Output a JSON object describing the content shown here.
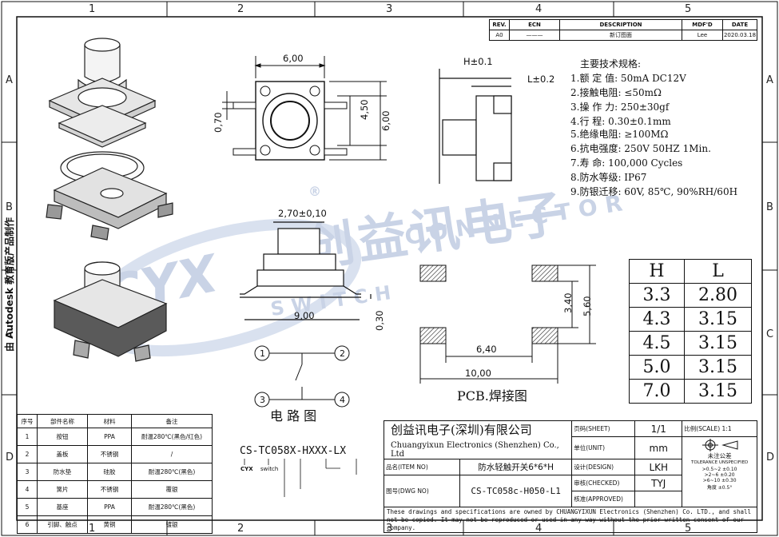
{
  "zones": {
    "columns": [
      "1",
      "2",
      "3",
      "4",
      "5"
    ],
    "rows": [
      "A",
      "B",
      "C",
      "D"
    ]
  },
  "side_label": "由 Autodesk 教育版产品制作",
  "revision": {
    "headers": [
      "REV.",
      "ECN",
      "DESCRIPTION",
      "MDF'D",
      "DATE"
    ],
    "row": {
      "rev": "A0",
      "ecn": "———",
      "description": "新订图面",
      "mdfd": "Lee",
      "date": "2020.03.18"
    }
  },
  "top_view": {
    "width": "6,00",
    "height": "6,00",
    "inner": "4,50",
    "pin_offset": "0,70"
  },
  "side_view": {
    "h_label": "H±0.1",
    "l_label": "L±0.2"
  },
  "front_view": {
    "stem": "2,70±0,10",
    "overall": "9,00",
    "thickness": "0,30"
  },
  "specs": {
    "title": "主要技术规格:",
    "items": [
      "1.额 定 值: 50mA DC12V",
      "2.接触电阻: ≤50mΩ",
      "3.操 作 力: 250±30gf",
      "4.行    程: 0.30±0.1mm",
      "5.绝缘电阻: ≥100MΩ",
      "6.抗电强度: 250V 50HZ 1Min.",
      "7.寿    命: 100,000 Cycles",
      "8.防水等级: IP67",
      "9.防银迁移: 60V, 85℃, 90%RH/60H"
    ]
  },
  "watermark": {
    "brand": "创益讯电子",
    "switch": "SWITCH",
    "connector": "CONNECTOR",
    "logo": "CYX",
    "reg": "®"
  },
  "hl_table": {
    "headers": [
      "H",
      "L"
    ],
    "rows": [
      [
        "3.3",
        "2.80"
      ],
      [
        "4.3",
        "3.15"
      ],
      [
        "4.5",
        "3.15"
      ],
      [
        "5.0",
        "3.15"
      ],
      [
        "7.0",
        "3.15"
      ]
    ]
  },
  "pcb": {
    "title": "PCB.焊接图",
    "pitch_x": "6,40",
    "span_x": "10,00",
    "pitch_y": "3,40",
    "span_y": "5,60"
  },
  "circuit": {
    "title": "电 路 图",
    "pins": [
      "1",
      "2",
      "3",
      "4"
    ]
  },
  "part_number": {
    "code": "CS-TC058X-HXXX-LX",
    "brand": "CYX",
    "type": "switch"
  },
  "parts_table": {
    "headers": [
      "序号",
      "部件名称",
      "材料",
      "备注"
    ],
    "rows": [
      [
        "1",
        "按钮",
        "PPA",
        "耐温280℃(黑色/红色)"
      ],
      [
        "2",
        "盖板",
        "不锈钢",
        "/"
      ],
      [
        "3",
        "防水垫",
        "硅胶",
        "耐温280℃(黑色)"
      ],
      [
        "4",
        "簧片",
        "不锈钢",
        "覆银"
      ],
      [
        "5",
        "基座",
        "PPA",
        "耐温280℃(黑色)"
      ],
      [
        "6",
        "引脚、触点",
        "黄铜",
        "镀银"
      ]
    ]
  },
  "title_block": {
    "company_cn": "创益讯电子(深圳)有限公司",
    "company_en": "Chuangyixun Electronics (Shenzhen) Co., Ltd",
    "sheet_label": "页码(SHEET)",
    "sheet": "1/1",
    "scale_label": "比例(SCALE)",
    "scale": "1:1",
    "unit_label": "单位(UNIT)",
    "unit": "mm",
    "item_label": "品名(ITEM NO)",
    "item": "防水轻触开关6*6*H",
    "design_label": "设计(DESIGN)",
    "design": "LKH",
    "dwg_label": "图号(DWG NO)",
    "dwg": "CS-TC058c-H050-L1",
    "checked_label": "审核(CHECKED)",
    "checked": "TYJ",
    "approved_label": "核准(APPROVED)",
    "approved": "",
    "tolerance_title": "未注公差",
    "tolerance_en": "TOLERANCE UNSPECIFIED",
    "tolerances": [
      ">0.5~2 ±0.10",
      ">2~6 ±0.20",
      ">6~10 ±0.30",
      "角度 ±0.5°"
    ],
    "notice": "These drawings and specifications are owned by CHUANGYIXUN Electronics (Shenzhen) Co. LTD., and shall not be copied. It may not be reproduced or used in any way without the prior written consent of our company."
  }
}
